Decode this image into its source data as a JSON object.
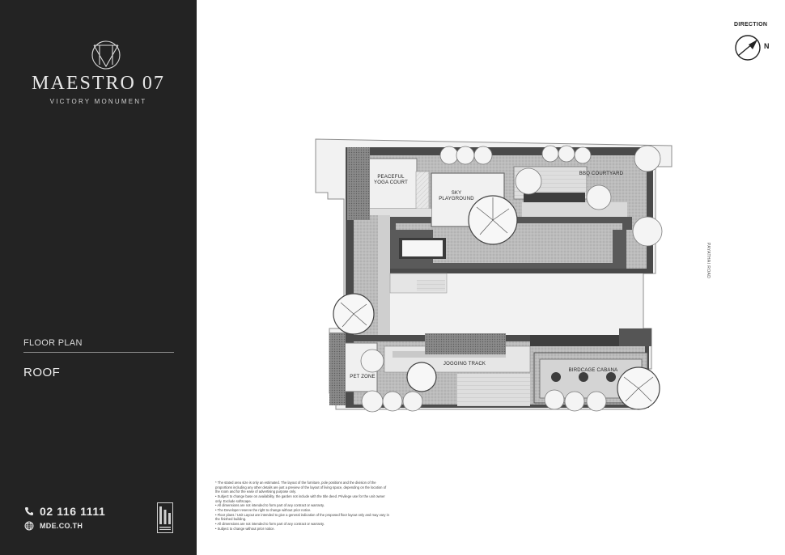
{
  "brand": {
    "title": "MAESTRO 07",
    "subtitle": "VICTORY MONUMENT"
  },
  "floor_plan": {
    "label": "FLOOR PLAN",
    "name": "ROOF"
  },
  "contact": {
    "phone": "02 116 1111",
    "website": "MDE.CO.TH"
  },
  "direction": {
    "label": "DIRECTION",
    "north": "N"
  },
  "plan": {
    "road": "PAYATHAI ROAD",
    "areas": {
      "yoga": "PEACEFUL\nYOGA COURT",
      "playground": "SKY\nPLAYGROUND",
      "bbq": "BBQ COURTYARD",
      "pet": "PET ZONE",
      "jogging": "JOGGING TRACK",
      "cabana": "BIRDCAGE CABANA"
    }
  },
  "notes": [
    "* The stated area size is only an estimated. The layout of the furniture, pole positions and the division of the proportions including any other details are just a preview of the layout of living space, depending on the location of the room and for the ease of advertising purpose only.",
    "• Subject to change base on availability, the garden not include with the title deed. Privilege use for the unit owner only. Exclude softscape.",
    "• All dimensions are not intended to form part of any contract or warranty.",
    "• The Developer reserve the right to change without prior notice.",
    "• Floor plans / Unit Layout are intended to give a general indication of the proposed floor layout only and may vary in the finished building.",
    "• All dimensions are not intended to form part of any contract or warranty.",
    "• Subject to change without prior notice."
  ],
  "colors": {
    "sidebar": "#232323",
    "wall": "#4a4a4a",
    "paving": "#bdbdbd",
    "light": "#ececec"
  },
  "icons": {
    "phone": "phone-icon",
    "web": "globe-icon",
    "logo": "maestro-logo-mark",
    "compass": "compass-icon"
  }
}
